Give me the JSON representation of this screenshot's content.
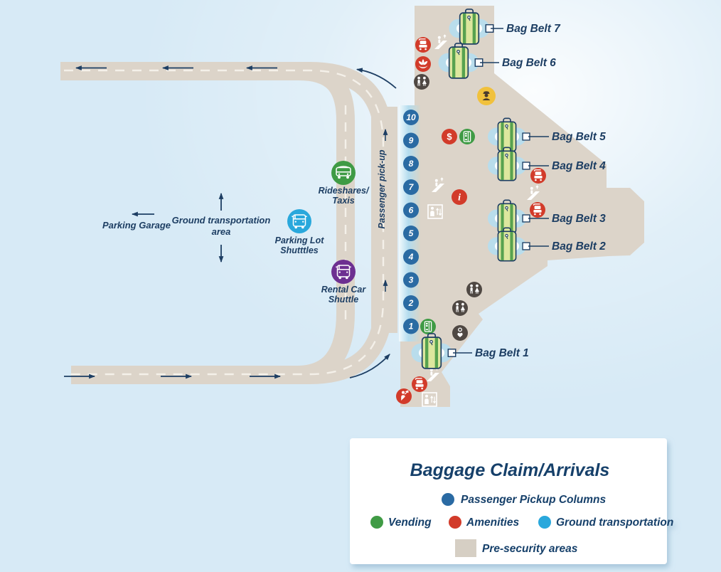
{
  "legend": {
    "title": "Baggage Claim/Arrivals",
    "items": {
      "passenger_pickup_columns": "Passenger Pickup Columns",
      "vending": "Vending",
      "amenities": "Amenities",
      "ground_transportation": "Ground transportation",
      "pre_security_areas": "Pre-security areas"
    }
  },
  "bag_belts": [
    {
      "label": "Bag Belt 7"
    },
    {
      "label": "Bag Belt 6"
    },
    {
      "label": "Bag Belt 5"
    },
    {
      "label": "Bag Belt 4"
    },
    {
      "label": "Bag Belt 3"
    },
    {
      "label": "Bag Belt 2"
    },
    {
      "label": "Bag Belt 1"
    }
  ],
  "pickup_columns": [
    "10",
    "9",
    "8",
    "7",
    "6",
    "5",
    "4",
    "3",
    "2",
    "1"
  ],
  "roads": {
    "passenger_pickup_label": "Passenger pick-up"
  },
  "ground_transport": {
    "parking_garage_label": "Parking Garage",
    "area_label_line1": "Ground transportation",
    "area_label_line2": "area",
    "rideshares_taxis_line1": "Rideshares/",
    "rideshares_taxis_line2": "Taxis",
    "parking_lot_shuttles_line1": "Parking Lot",
    "parking_lot_shuttles_line2": "Shutttles",
    "rental_car_shuttle_line1": "Rental Car",
    "rental_car_shuttle_line2": "Shuttle"
  },
  "atm_symbol": "$",
  "info_symbol": "i",
  "colors": {
    "background": "#d7eaf6",
    "surface_beige": "#dcd4c9",
    "navy_text": "#1d3e63",
    "column_blue": "#2a6ba3",
    "vending_green": "#3f9b45",
    "amenities_red": "#d23b2a",
    "ground_transport_cyan": "#29a8dc",
    "rental_purple": "#6d2f91",
    "customs_yellow": "#f1c13c",
    "restroom_dark": "#4f4843",
    "suitcase_body": "#dde79e",
    "suitcase_stripe": "#57a24f",
    "carousel_ring": "#b9ddec"
  },
  "icons": {
    "baggage-cart-icon": "luggage trolley, white on red circle",
    "lotus-room-icon": "lotus flower, white on red circle",
    "restroom-icon": "man and woman figures, white on dark circle",
    "nursery-icon": "person with heart, white on dark circle",
    "atm-icon": "dollar sign, white on red circle",
    "info-icon": "letter i, white on red circle",
    "vending-machine-icon": "vending machine, white on green circle",
    "assistance-icon": "person paging, white on red circle",
    "customs-officer-icon": "officer with cap, dark on yellow circle",
    "escalator-icon": "white escalator with person",
    "elevator-icon": "white elevator box with person and arrows",
    "bag-belt-icon": "green suitcase on light blue carousel ring",
    "car-icon": "white car front on green circle",
    "bus-icon": "white shuttle bus front on colored circle",
    "arrow-icon": "navy traffic direction arrow"
  }
}
